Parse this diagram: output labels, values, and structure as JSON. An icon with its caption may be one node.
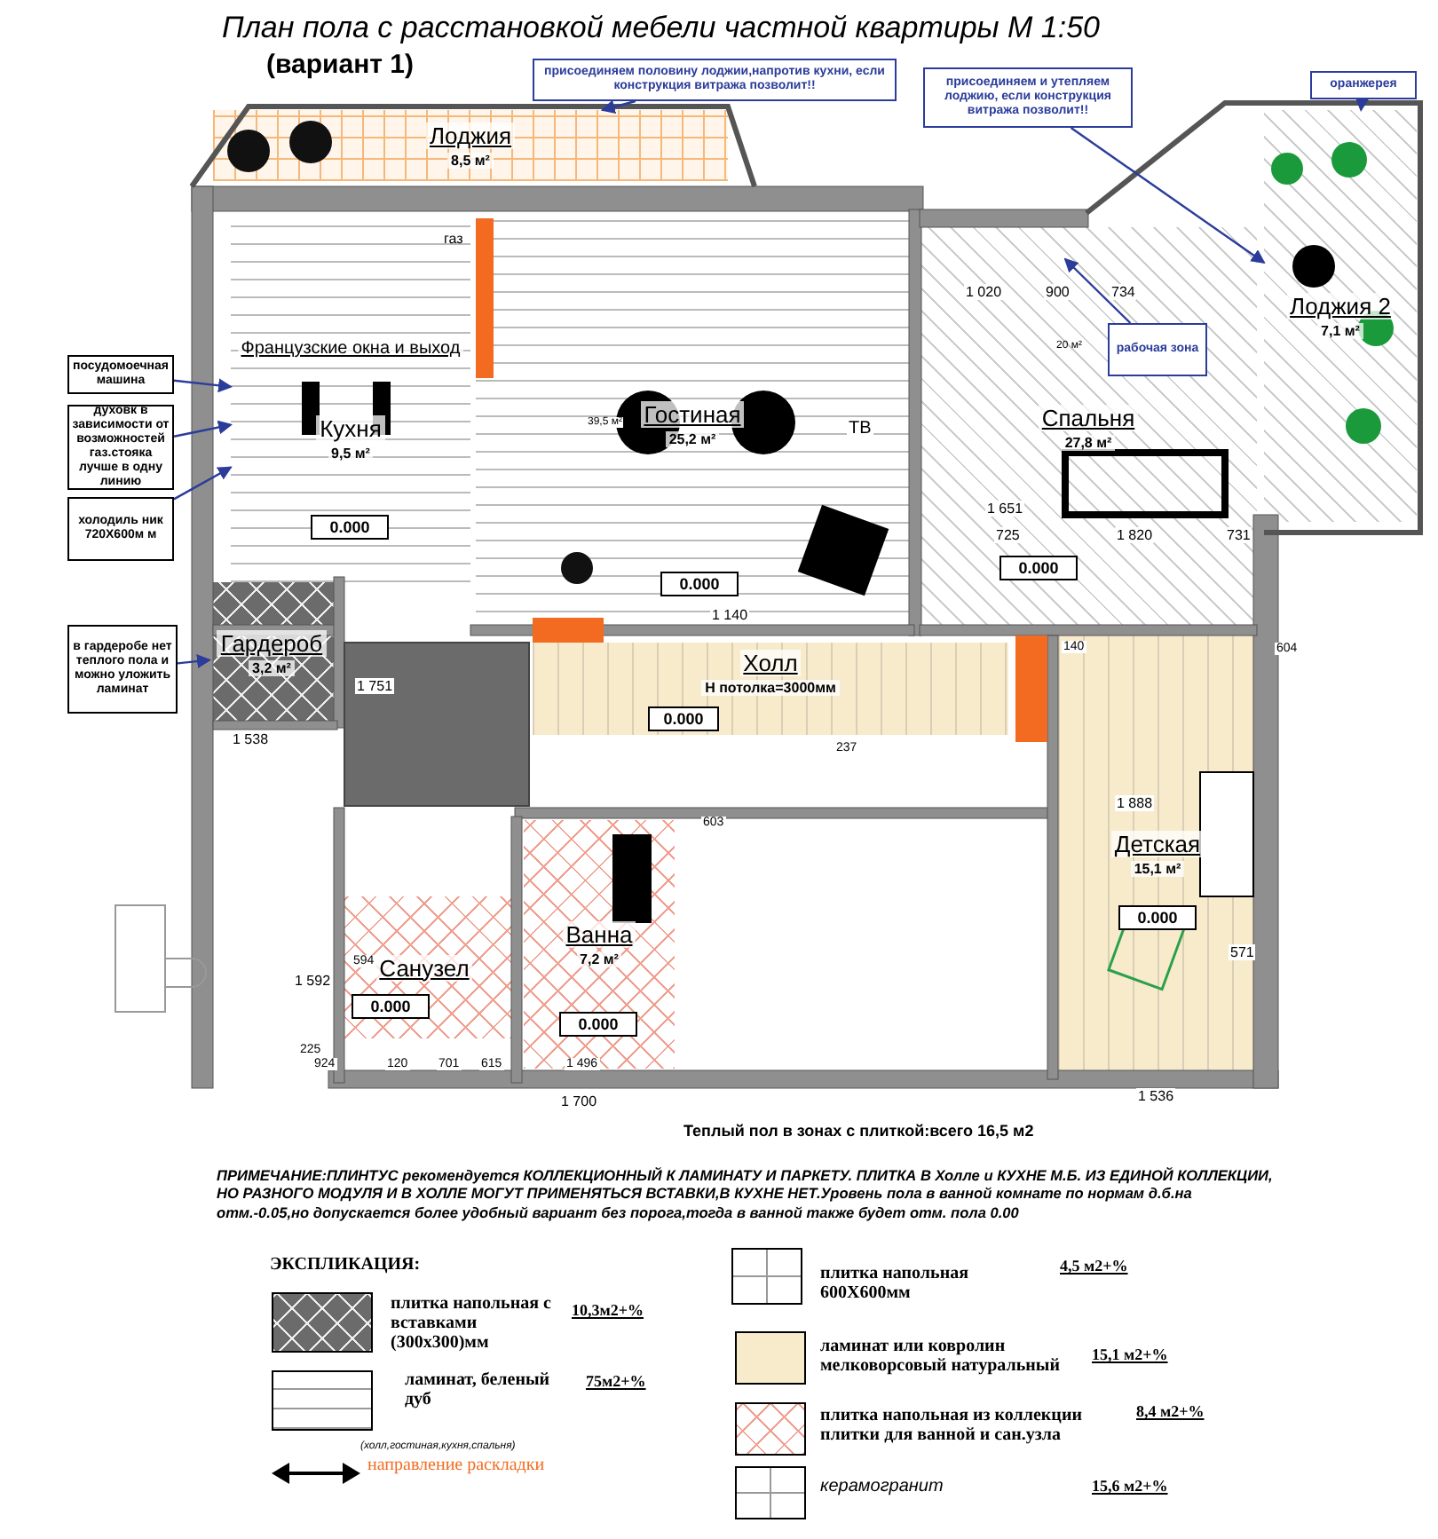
{
  "diagram": {
    "title": "План пола с расстановкой мебели частной квартиры М 1:50",
    "nodes": [
      {
        "text": [
          "присоединяем половину лоджии,напротив кухни, если конструкция витража позволит!!"
        ]
      },
      {
        "text": [
          "присоединяем и утепляем лоджию, если конструкция витража позволит!!"
        ]
      },
      {
        "text": [
          "Лоджия",
          "8,5 м²"
        ]
      },
      {
        "text": [
          "Лоджия 2",
          "7,1 м²"
        ]
      },
      {
        "text": [
          "оранжерея"
        ]
      },
      {
        "text": [
          "Французские окна и выход",
          "Кухня",
          "9,5 м²"
        ]
      },
      {
        "text": [
          "0.000"
        ],
        "in": 5
      },
      {
        "text": [
          "Гостиная",
          "25,2 м²"
        ]
      },
      {
        "text": [
          "0.000"
        ],
        "in": 7
      },
      {
        "text": [
          "Спальня",
          "27,8 м²"
        ]
      },
      {
        "text": [
          "0.000"
        ],
        "in": 9
      },
      {
        "text": [
          "рабочая зона"
        ],
        "in": 9
      },
      {
        "text": [
          "посудомоечная машина"
        ]
      },
      {
        "text": [
          "духовк в зависимости от возможностей газ.стояка лучше в одну линию"
        ]
      },
      {
        "text": [
          "холодиль ник 720Х600м м"
        ]
      },
      {
        "text": [
          "Гардероб",
          "3,2 м²"
        ]
      },
      {
        "text": [
          "в гардеробе нет теплого пола и можно уложить ламинат"
        ]
      },
      {
        "text": [
          "Холл",
          "Н потолка=3000мм"
        ]
      },
      {
        "text": [
          "0.000"
        ],
        "in": 17
      },
      {
        "text": [
          "Детская",
          "15,1 м²"
        ]
      },
      {
        "text": [
          "0.000"
        ],
        "in": 19
      },
      {
        "text": [
          "Ванна",
          "7,2 м²"
        ]
      },
      {
        "text": [
          "0.000"
        ],
        "in": 21
      },
      {
        "text": [
          "Санузел"
        ]
      },
      {
        "text": [
          "0.000"
        ],
        "in": 23
      }
    ],
    "edges": [
      {
        "from": 0,
        "to": 2,
        "arrow": "to"
      },
      {
        "from": 1,
        "to": 3,
        "arrow": "to"
      },
      {
        "from": 4,
        "to": 3,
        "arrow": "to"
      },
      {
        "from": 11,
        "to": 9,
        "arrow": "to"
      },
      {
        "from": 12,
        "to": 5,
        "arrow": "to"
      },
      {
        "from": 13,
        "to": 5,
        "arrow": "to"
      },
      {
        "from": 14,
        "to": 5,
        "arrow": "to"
      },
      {
        "from": 16,
        "to": 15,
        "arrow": "to"
      }
    ],
    "labels": [
      "(вариант 1)",
      "газ",
      "20 м²",
      "1 020",
      "900",
      "734",
      "39,5 м²",
      "ТВ",
      "1 651",
      "725",
      "1 820",
      "731",
      "1 140",
      "140",
      "604",
      "237",
      "1 538",
      "1 751",
      "603",
      "1 888",
      "594",
      "1 592",
      "571",
      "924",
      "120",
      "701",
      "615",
      "1 496",
      "225",
      "1 700",
      "1 536",
      "Теплый пол в зонах с плиткой:всего 16,5 м2",
      "ПРИМЕЧАНИЕ:ПЛИНТУС рекомендуется КОЛЛЕКЦИОННЫЙ К ЛАМИНАТУ И ПАРКЕТУ. ПЛИТКА В Холле и КУХНЕ  М.Б. ИЗ ЕДИНОЙ КОЛЛЕКЦИИ, НО РАЗНОГО МОДУЛЯ И В ХОЛЛЕ МОГУТ ПРИМЕНЯТЬСЯ ВСТАВКИ,В КУХНЕ НЕТ.Уровень пола в ванной комнате по нормам д.б.на отм.-0.05,но допускается более удобный вариант без порога,тогда в ванной также будет отм. пола 0.00",
      "ЭКСПЛИКАЦИЯ:",
      "4,5 м2+%",
      "10,3м2+%",
      "75м2+%",
      "15,1 м2+%",
      "(холл,гостиная,кухня,спальня)",
      "8,4 м2+%",
      "15,6 м2+%"
    ],
    "legend": [
      {
        "text": "плитка напольная с вставками (300х300)мм"
      },
      {
        "text": "ламинат, беленый дуб"
      },
      {
        "text": "направление раскладки"
      },
      {
        "text": "плитка напольная 600Х600мм"
      },
      {
        "text": "ламинат или ковролин мелковорсовый натуральный",
        "color": "#f8ebcb"
      },
      {
        "text": "плитка напольная из коллекции плитки для ванной и сан.узла"
      },
      {
        "text": "керамогранит"
      }
    ]
  }
}
